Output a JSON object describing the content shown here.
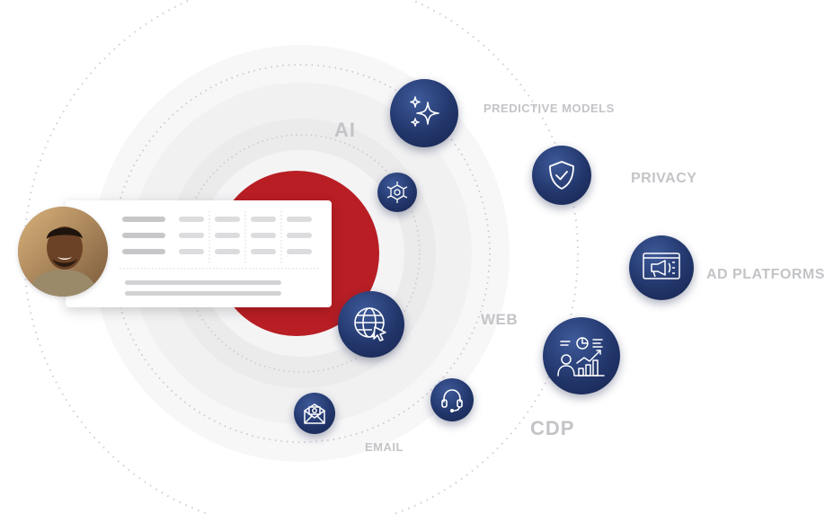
{
  "labels": {
    "ai": "AI",
    "predictive_models": "PREDICTIVE MODELS",
    "privacy": "PRIVACY",
    "ad_platforms": "AD PLATFORMS",
    "web": "WEB",
    "cdp": "CDP",
    "email": "EMAIL"
  },
  "icons": {
    "predictive_models": "sparkle-icon",
    "privacy": "shield-check-icon",
    "ad_platforms": "megaphone-screen-icon",
    "cdp": "analytics-person-icon",
    "ai_chip": "chip-icon",
    "web": "globe-cursor-icon",
    "support": "headset-icon",
    "email": "envelope-icon"
  },
  "colors": {
    "accent_red": "#b81e24",
    "node_navy": "#22366b",
    "label_gray": "#c3c4c7",
    "ring_gray": "#f1f1f2"
  }
}
